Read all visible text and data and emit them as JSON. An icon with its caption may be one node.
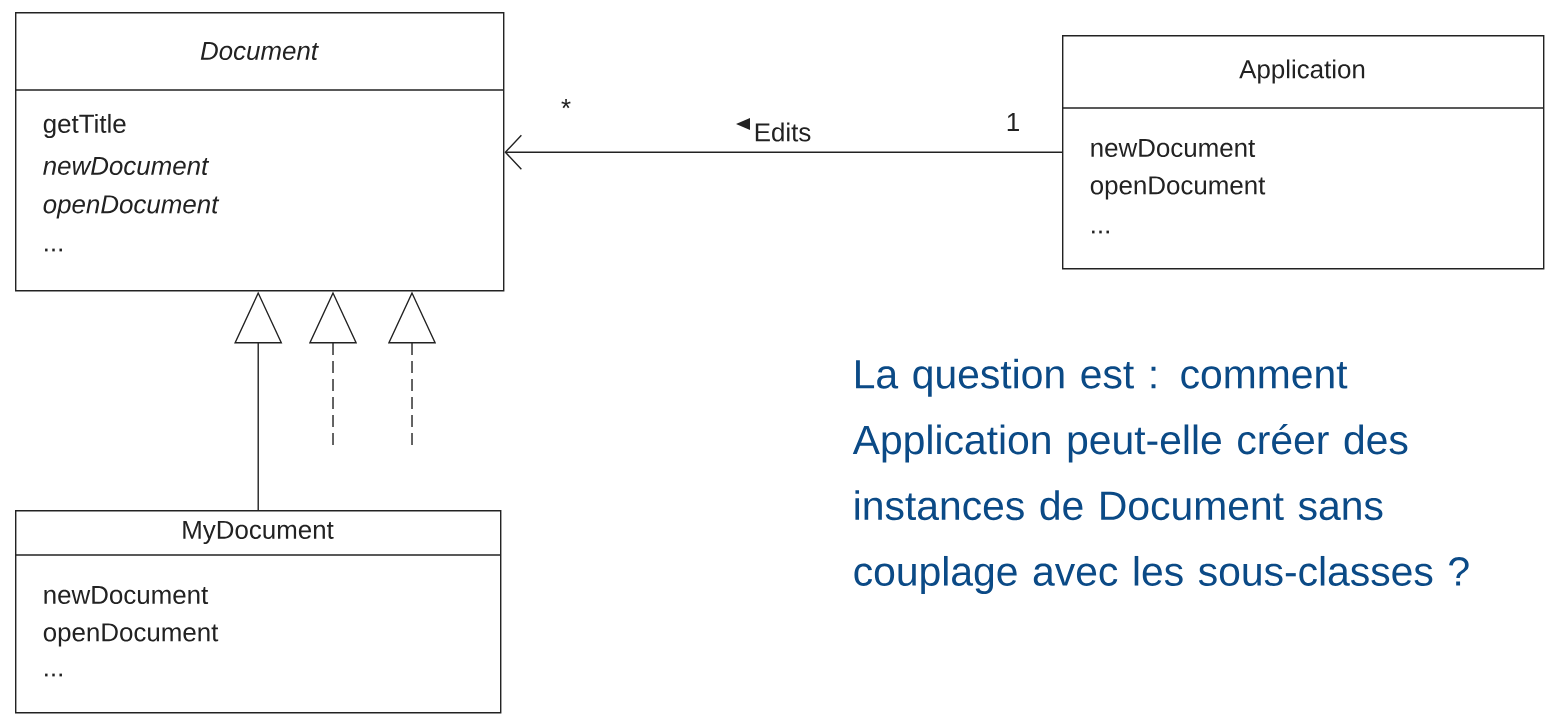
{
  "diagram": {
    "nodes": [
      {
        "text": [
          "Document",
          "getTitle",
          "newDocument",
          "openDocument",
          "..."
        ]
      },
      {
        "text": [
          "Application",
          "newDocument",
          "openDocument",
          "..."
        ]
      },
      {
        "text": [
          "MyDocument",
          "newDocument",
          "openDocument",
          "..."
        ]
      }
    ],
    "edges": [
      {
        "from": 1,
        "to": 0,
        "arrow": "to",
        "label": "Edits"
      },
      {
        "from": 2,
        "to": 0,
        "arrow": "to"
      },
      {
        "from": null,
        "to": 0,
        "arrow": "to",
        "style": "dashed"
      },
      {
        "from": null,
        "to": 0,
        "arrow": "to",
        "style": "dashed"
      }
    ],
    "labels": [
      "*",
      "1",
      "La question est : comment Application peut-elle créer des instances de Document sans couplage avec les sous-classes ?"
    ]
  }
}
